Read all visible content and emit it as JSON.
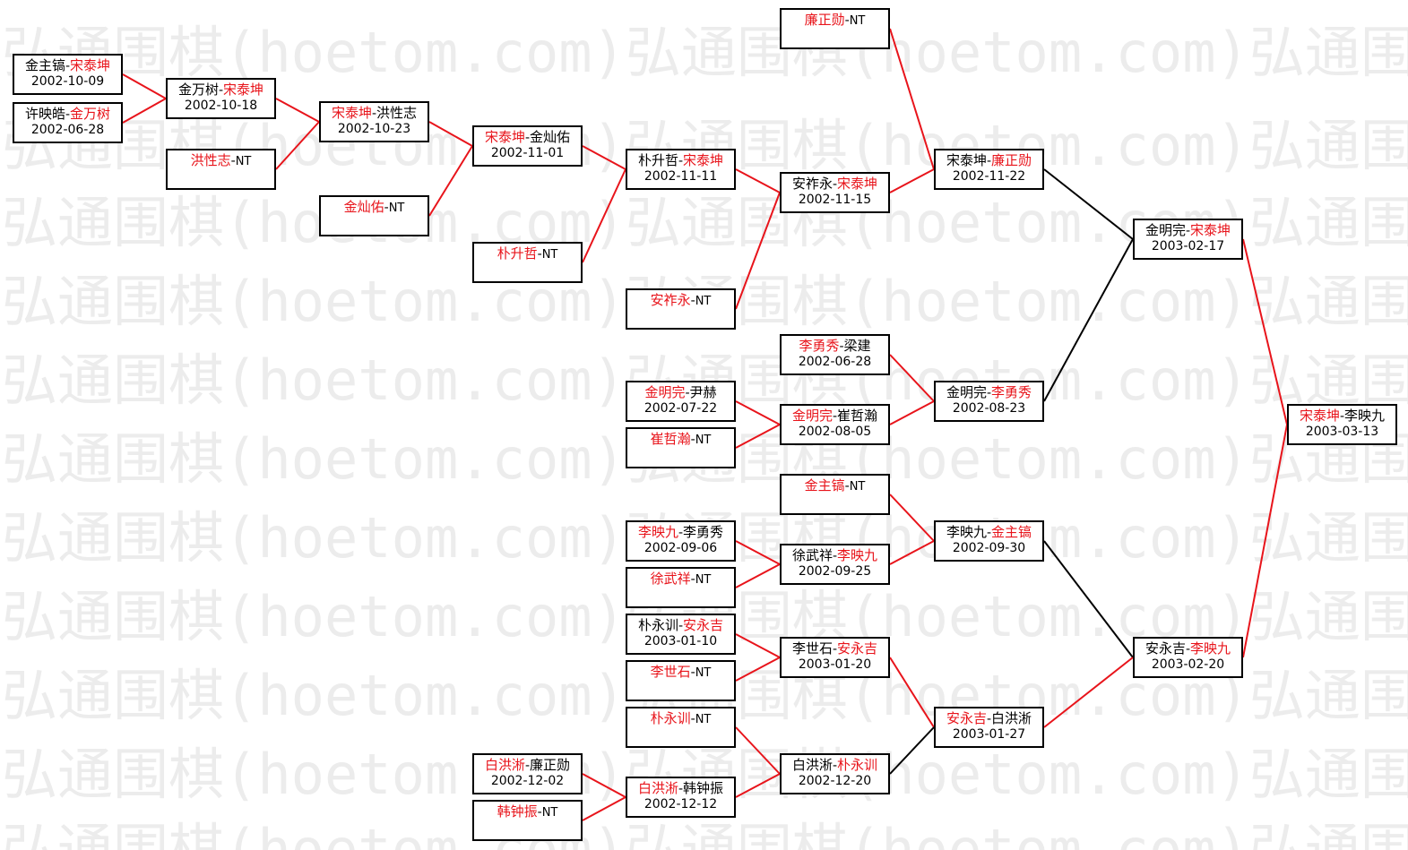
{
  "watermark": "弘通围棋(hoetom.com)弘通围棋(hoetom.com)弘通围棋",
  "colors": {
    "winner": "#e8141b",
    "loser": "#000000",
    "line_winner": "#e8141b",
    "line_loser": "#000000"
  },
  "matches": [
    {
      "id": "m1",
      "p1": "金主镐",
      "p2": "宋泰坤",
      "winner": 2,
      "date": "2002-10-09"
    },
    {
      "id": "m2",
      "p1": "许映皓",
      "p2": "金万树",
      "winner": 2,
      "date": "2002-06-28"
    },
    {
      "id": "m3",
      "p1": "金万树",
      "p2": "宋泰坤",
      "winner": 2,
      "date": "2002-10-18"
    },
    {
      "id": "m4",
      "p1": "洪性志",
      "p2": "NT",
      "winner": 1,
      "date": ""
    },
    {
      "id": "m5",
      "p1": "宋泰坤",
      "p2": "洪性志",
      "winner": 1,
      "date": "2002-10-23"
    },
    {
      "id": "m6",
      "p1": "金灿佑",
      "p2": "NT",
      "winner": 1,
      "date": ""
    },
    {
      "id": "m7",
      "p1": "宋泰坤",
      "p2": "金灿佑",
      "winner": 1,
      "date": "2002-11-01"
    },
    {
      "id": "m8",
      "p1": "朴升哲",
      "p2": "NT",
      "winner": 1,
      "date": ""
    },
    {
      "id": "m9",
      "p1": "朴升哲",
      "p2": "宋泰坤",
      "winner": 2,
      "date": "2002-11-11"
    },
    {
      "id": "m10",
      "p1": "安祚永",
      "p2": "NT",
      "winner": 1,
      "date": ""
    },
    {
      "id": "m11",
      "p1": "安祚永",
      "p2": "宋泰坤",
      "winner": 2,
      "date": "2002-11-15"
    },
    {
      "id": "m12",
      "p1": "廉正勋",
      "p2": "NT",
      "winner": 1,
      "date": ""
    },
    {
      "id": "m13",
      "p1": "宋泰坤",
      "p2": "廉正勋",
      "winner": 2,
      "date": "2002-11-22"
    },
    {
      "id": "m14",
      "p1": "李勇秀",
      "p2": "梁建",
      "winner": 1,
      "date": "2002-06-28"
    },
    {
      "id": "m15",
      "p1": "金明完",
      "p2": "尹赫",
      "winner": 1,
      "date": "2002-07-22"
    },
    {
      "id": "m16",
      "p1": "崔哲瀚",
      "p2": "NT",
      "winner": 1,
      "date": ""
    },
    {
      "id": "m17",
      "p1": "金明完",
      "p2": "崔哲瀚",
      "winner": 1,
      "date": "2002-08-05"
    },
    {
      "id": "m18",
      "p1": "金明完",
      "p2": "李勇秀",
      "winner": 2,
      "date": "2002-08-23"
    },
    {
      "id": "m19",
      "p1": "金明完",
      "p2": "宋泰坤",
      "winner": 2,
      "date": "2003-02-17"
    },
    {
      "id": "m20",
      "p1": "宋泰坤",
      "p2": "李映九",
      "winner": 1,
      "date": "2003-03-13"
    },
    {
      "id": "m21",
      "p1": "金主镐",
      "p2": "NT",
      "winner": 1,
      "date": ""
    },
    {
      "id": "m22",
      "p1": "李映九",
      "p2": "李勇秀",
      "winner": 1,
      "date": "2002-09-06"
    },
    {
      "id": "m23",
      "p1": "徐武祥",
      "p2": "NT",
      "winner": 1,
      "date": ""
    },
    {
      "id": "m24",
      "p1": "徐武祥",
      "p2": "李映九",
      "winner": 2,
      "date": "2002-09-25"
    },
    {
      "id": "m25",
      "p1": "李映九",
      "p2": "金主镐",
      "winner": 2,
      "date": "2002-09-30"
    },
    {
      "id": "m26",
      "p1": "朴永训",
      "p2": "安永吉",
      "winner": 2,
      "date": "2003-01-10"
    },
    {
      "id": "m27",
      "p1": "李世石",
      "p2": "NT",
      "winner": 1,
      "date": ""
    },
    {
      "id": "m28",
      "p1": "李世石",
      "p2": "安永吉",
      "winner": 2,
      "date": "2003-01-20"
    },
    {
      "id": "m29",
      "p1": "朴永训",
      "p2": "NT",
      "winner": 1,
      "date": ""
    },
    {
      "id": "m30",
      "p1": "白洪淅",
      "p2": "廉正勋",
      "winner": 1,
      "date": "2002-12-02"
    },
    {
      "id": "m31",
      "p1": "韩钟振",
      "p2": "NT",
      "winner": 1,
      "date": ""
    },
    {
      "id": "m32",
      "p1": "白洪淅",
      "p2": "韩钟振",
      "winner": 1,
      "date": "2002-12-12"
    },
    {
      "id": "m33",
      "p1": "白洪淅",
      "p2": "朴永训",
      "winner": 2,
      "date": "2002-12-20"
    },
    {
      "id": "m34",
      "p1": "安永吉",
      "p2": "白洪淅",
      "winner": 1,
      "date": "2003-01-27"
    },
    {
      "id": "m35",
      "p1": "安永吉",
      "p2": "李映九",
      "winner": 2,
      "date": "2003-02-20"
    }
  ],
  "connections": [
    {
      "from": "m1",
      "to": "m3",
      "winner": true
    },
    {
      "from": "m2",
      "to": "m3",
      "winner": true
    },
    {
      "from": "m3",
      "to": "m5",
      "winner": true
    },
    {
      "from": "m4",
      "to": "m5",
      "winner": true
    },
    {
      "from": "m5",
      "to": "m7",
      "winner": true
    },
    {
      "from": "m6",
      "to": "m7",
      "winner": true
    },
    {
      "from": "m7",
      "to": "m9",
      "winner": true
    },
    {
      "from": "m8",
      "to": "m9",
      "winner": true
    },
    {
      "from": "m9",
      "to": "m11",
      "winner": true
    },
    {
      "from": "m10",
      "to": "m11",
      "winner": true
    },
    {
      "from": "m11",
      "to": "m13",
      "winner": true
    },
    {
      "from": "m12",
      "to": "m13",
      "winner": true
    },
    {
      "from": "m13",
      "to": "m19",
      "winner": false
    },
    {
      "from": "m14",
      "to": "m18",
      "winner": true
    },
    {
      "from": "m15",
      "to": "m17",
      "winner": true
    },
    {
      "from": "m16",
      "to": "m17",
      "winner": true
    },
    {
      "from": "m17",
      "to": "m18",
      "winner": true
    },
    {
      "from": "m18",
      "to": "m19",
      "winner": false
    },
    {
      "from": "m19",
      "to": "m20",
      "winner": true
    },
    {
      "from": "m21",
      "to": "m25",
      "winner": true
    },
    {
      "from": "m22",
      "to": "m24",
      "winner": true
    },
    {
      "from": "m23",
      "to": "m24",
      "winner": true
    },
    {
      "from": "m24",
      "to": "m25",
      "winner": true
    },
    {
      "from": "m25",
      "to": "m35",
      "winner": false
    },
    {
      "from": "m26",
      "to": "m28",
      "winner": true
    },
    {
      "from": "m27",
      "to": "m28",
      "winner": true
    },
    {
      "from": "m28",
      "to": "m34",
      "winner": true
    },
    {
      "from": "m29",
      "to": "m33",
      "winner": true
    },
    {
      "from": "m30",
      "to": "m32",
      "winner": true
    },
    {
      "from": "m31",
      "to": "m32",
      "winner": true
    },
    {
      "from": "m32",
      "to": "m33",
      "winner": true
    },
    {
      "from": "m33",
      "to": "m34",
      "winner": false
    },
    {
      "from": "m34",
      "to": "m35",
      "winner": true
    },
    {
      "from": "m35",
      "to": "m20",
      "winner": true
    }
  ]
}
